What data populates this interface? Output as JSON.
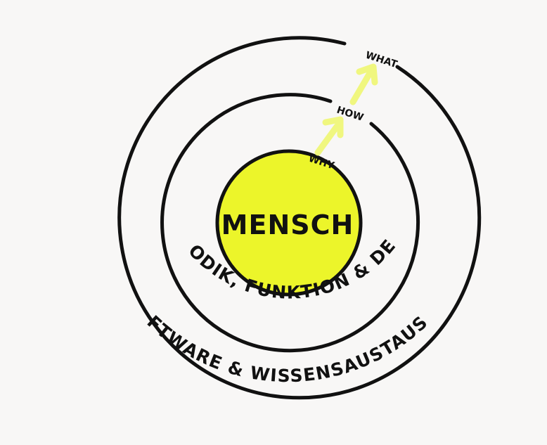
{
  "diagram": {
    "center": {
      "label": "MENSCH"
    },
    "rings": [
      {
        "label": "METHODIK, FUNKTION & DESIGN"
      },
      {
        "label": "SOFTWARE & WISSENSAUSTAUSCH"
      }
    ],
    "steps": [
      {
        "label": "WHY"
      },
      {
        "label": "HOW"
      },
      {
        "label": "WHAT"
      }
    ]
  },
  "colors": {
    "ink": "#111111",
    "accent": "#ecf52a",
    "accent_arrow": "#eef76a",
    "background": "#f8f7f6"
  }
}
